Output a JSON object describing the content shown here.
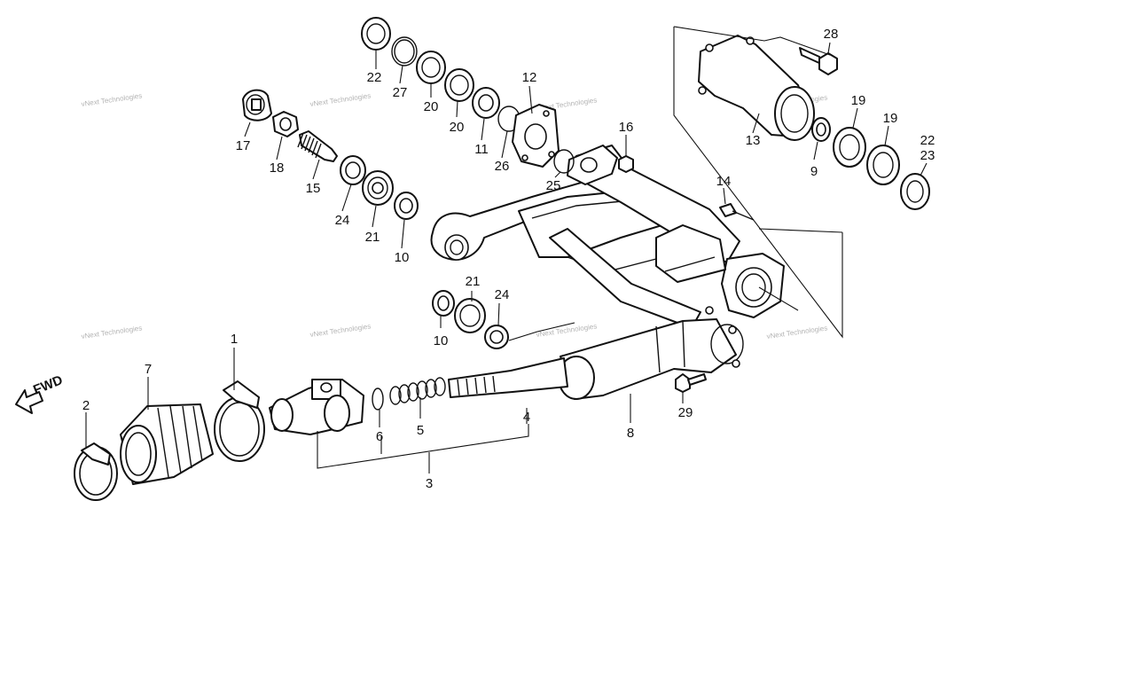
{
  "watermark": {
    "text": "vNext Technologies"
  },
  "fwd": {
    "label": "FWD"
  },
  "callouts": {
    "c1": "1",
    "c2": "2",
    "c3": "3",
    "c4": "4",
    "c5": "5",
    "c6": "6",
    "c7": "7",
    "c8": "8",
    "c9": "9",
    "c10a": "10",
    "c10b": "10",
    "c11": "11",
    "c12": "12",
    "c13": "13",
    "c14": "14",
    "c15": "15",
    "c16": "16",
    "c17": "17",
    "c18": "18",
    "c19a": "19",
    "c19b": "19",
    "c20a": "20",
    "c20b": "20",
    "c21a": "21",
    "c21b": "21",
    "c22a": "22",
    "c22b": "22",
    "c23": "23",
    "c24a": "24",
    "c24b": "24",
    "c25": "25",
    "c26": "26",
    "c27": "27",
    "c28": "28",
    "c29": "29"
  }
}
